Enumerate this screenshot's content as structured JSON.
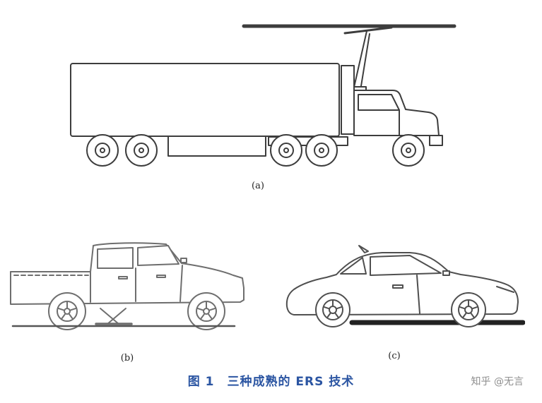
{
  "figure": {
    "panel_a": {
      "label": "(a)",
      "subject": "overhead-catenary-truck-with-pantograph"
    },
    "panel_b": {
      "label": "(b)",
      "subject": "pickup-truck-with-ground-conductive-rail-arm"
    },
    "panel_c": {
      "label": "(c)",
      "subject": "car-over-inductive-ground-strip"
    },
    "caption": {
      "text": "图 1　三种成熟的 ERS 技术",
      "color": "#2b55a2"
    },
    "watermark": {
      "text": "知乎 @无言",
      "color": "#8f8f8f"
    },
    "line_colors": {
      "panel_a": "#3d3d3d",
      "panel_b": "#6e6e6e",
      "panel_c": "#4f4f4f",
      "ground_strip": "#222222"
    }
  }
}
